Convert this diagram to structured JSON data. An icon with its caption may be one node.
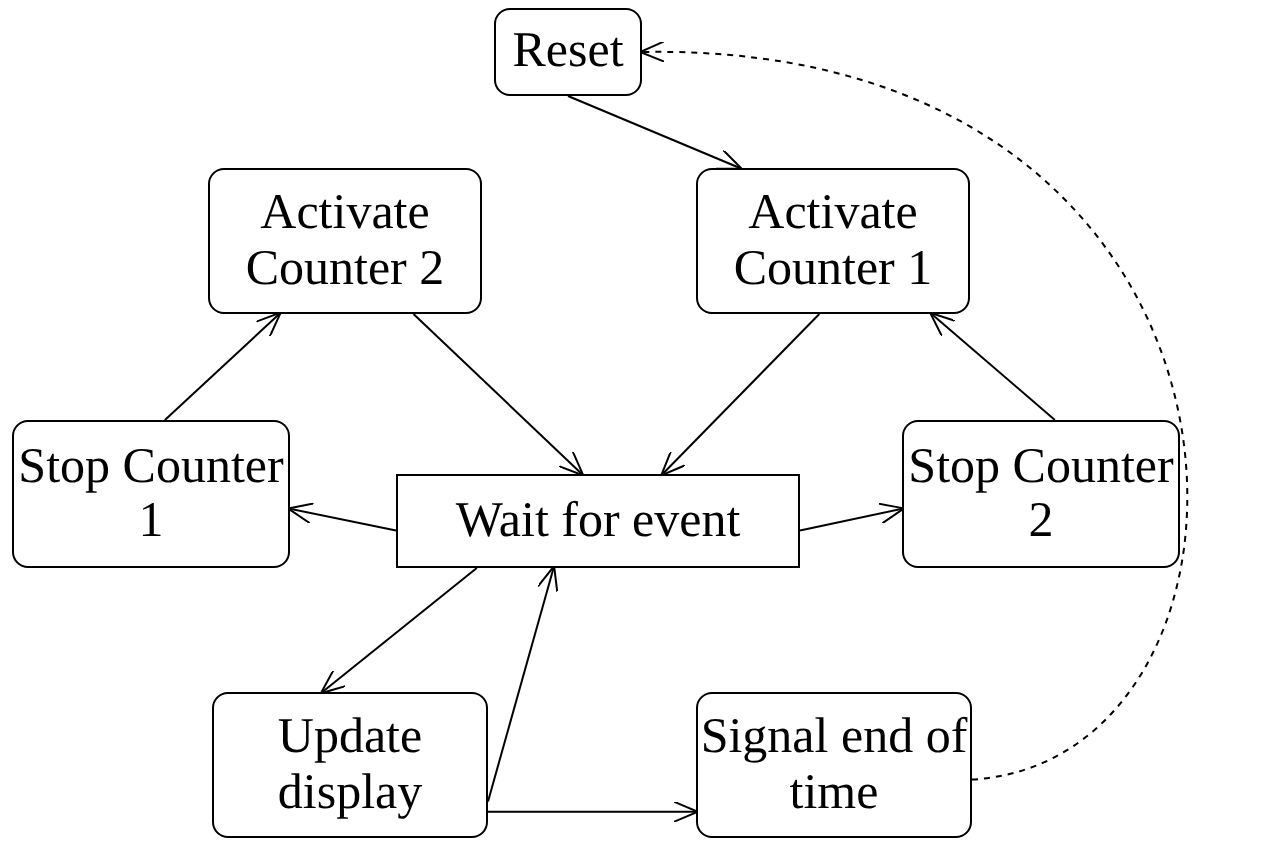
{
  "diagram": {
    "nodes": [
      {
        "text": [
          "Reset"
        ]
      },
      {
        "text": [
          "Activate Counter 2"
        ]
      },
      {
        "text": [
          "Activate Counter 1"
        ]
      },
      {
        "text": [
          "Stop Counter 1"
        ]
      },
      {
        "text": [
          "Wait for event"
        ]
      },
      {
        "text": [
          "Stop Counter 2"
        ]
      },
      {
        "text": [
          "Update display"
        ]
      },
      {
        "text": [
          "Signal end of time"
        ]
      }
    ],
    "edges": [
      {
        "from": 0,
        "to": 2,
        "arrow": "to"
      },
      {
        "from": 1,
        "to": 4,
        "arrow": "to"
      },
      {
        "from": 2,
        "to": 4,
        "arrow": "to"
      },
      {
        "from": 3,
        "to": 1,
        "arrow": "to"
      },
      {
        "from": 4,
        "to": 3,
        "arrow": "to"
      },
      {
        "from": 4,
        "to": 5,
        "arrow": "to"
      },
      {
        "from": 5,
        "to": 2,
        "arrow": "to"
      },
      {
        "from": 4,
        "to": 6,
        "arrow": "to"
      },
      {
        "from": 6,
        "to": 4,
        "arrow": "to"
      },
      {
        "from": 6,
        "to": 7,
        "arrow": "to"
      },
      {
        "from": 7,
        "to": 0,
        "arrow": "to",
        "style": "dashed"
      }
    ]
  }
}
